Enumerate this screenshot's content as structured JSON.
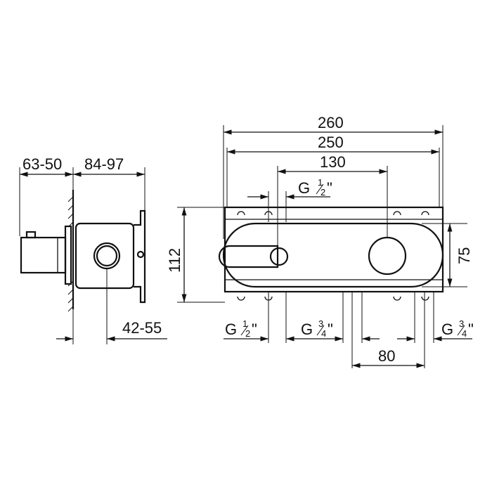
{
  "side_view": {
    "depth_front": "63-50",
    "depth_back": "84-97",
    "depth_bottom": "42-55"
  },
  "front_view": {
    "overall_width": "260",
    "plate_width": "250",
    "outlet_spacing": "130",
    "top_port": {
      "letter": "G",
      "num": "1",
      "den": "2",
      "inch": "\""
    },
    "height_total": "112",
    "height_cover": "75",
    "bottom_port_left": {
      "letter": "G",
      "num": "1",
      "den": "2",
      "inch": "\""
    },
    "bottom_port_mid": {
      "letter": "G",
      "num": "3",
      "den": "4",
      "inch": "\""
    },
    "bottom_port_right": {
      "letter": "G",
      "num": "3",
      "den": "4",
      "inch": "\""
    },
    "inlet_spacing": "80"
  }
}
